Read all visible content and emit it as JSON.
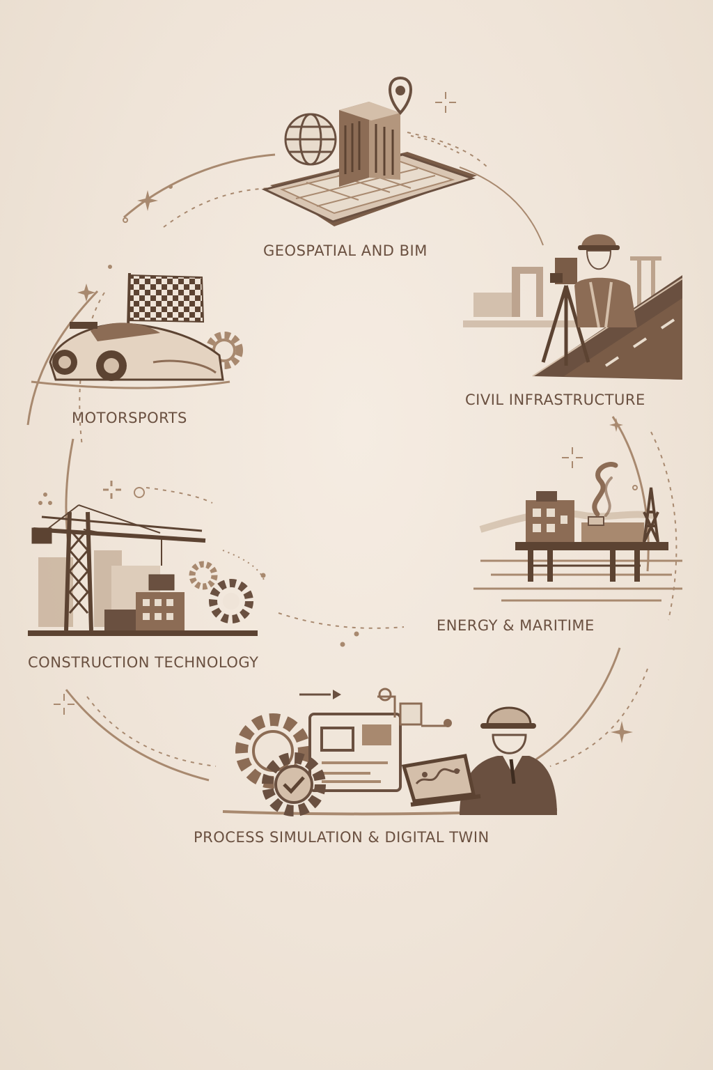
{
  "colors": {
    "background": "#efe4d8",
    "ink": "#6a5040",
    "dark": "#5c4332",
    "mid": "#a8896f",
    "light": "#d4bfaa"
  },
  "sectors": [
    {
      "id": "geospatial",
      "label": "GEOSPATIAL AND BIM",
      "icons": [
        "globe-icon",
        "building-icon",
        "map-tablet-icon",
        "location-pin-icon"
      ]
    },
    {
      "id": "civil",
      "label": "CIVIL INFRASTRUCTURE",
      "icons": [
        "surveyor-icon",
        "theodolite-icon",
        "road-icon",
        "bridge-icon"
      ]
    },
    {
      "id": "energy",
      "label": "ENERGY & MARITIME",
      "icons": [
        "oil-platform-icon",
        "derrick-icon",
        "smoke-icon",
        "sea-icon"
      ]
    },
    {
      "id": "process",
      "label": "PROCESS SIMULATION & DIGITAL TWIN",
      "icons": [
        "gear-icon",
        "checkmark-gear-icon",
        "dashboard-icon",
        "engineer-icon",
        "laptop-icon"
      ]
    },
    {
      "id": "construction",
      "label": "CONSTRUCTION TECHNOLOGY",
      "icons": [
        "tower-crane-icon",
        "buildings-icon",
        "gear-icon"
      ]
    },
    {
      "id": "motorsports",
      "label": "MOTORSPORTS",
      "icons": [
        "race-car-icon",
        "checkered-flag-icon",
        "gear-icon"
      ]
    }
  ]
}
